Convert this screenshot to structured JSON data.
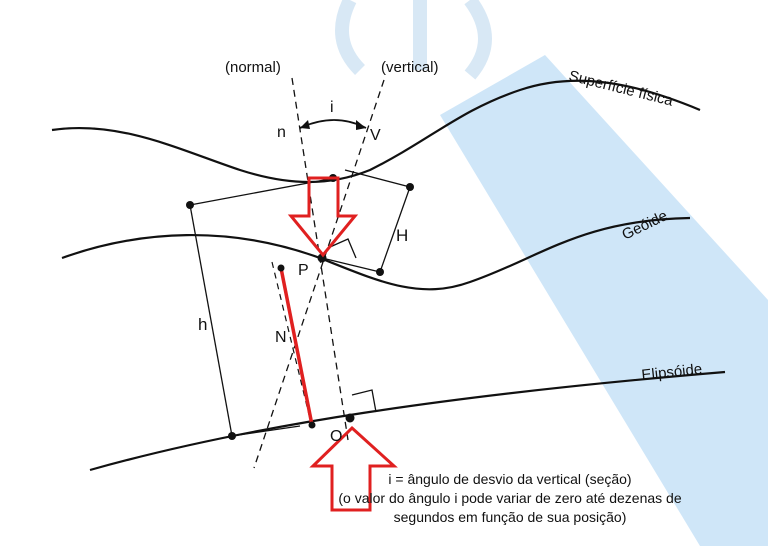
{
  "labels": {
    "normal": "(normal)",
    "vertical": "(vertical)",
    "angle": "i",
    "n": "n",
    "v": "V",
    "superficie": "Superfície física",
    "geoide": "Geóide",
    "elipsoide": "Elipsóide",
    "h_upper": "H",
    "h_lower": "h",
    "p": "P",
    "n_upper": "N",
    "o": "O"
  },
  "caption": {
    "line1": "i = ângulo de desvio da vertical (seção)",
    "line2": "(o valor do ângulo i pode variar de zero até dezenas de",
    "line3": "segundos em função de sua posição)"
  },
  "colors": {
    "arrow": "#e02020",
    "beam": "#cfe6f8",
    "watermark": "#d8e8f5",
    "ink": "#111111"
  }
}
